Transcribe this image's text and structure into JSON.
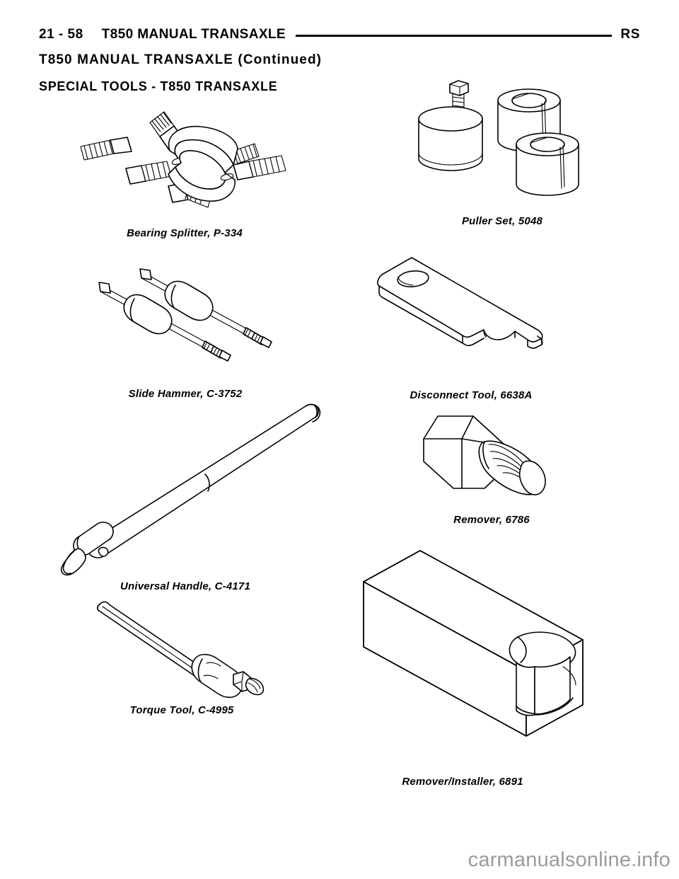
{
  "header": {
    "page_number": "21 - 58",
    "section_title": "T850 MANUAL TRANSAXLE",
    "manual_code": "RS"
  },
  "continued_title": "T850 MANUAL TRANSAXLE (Continued)",
  "section_heading": "SPECIAL TOOLS - T850 TRANSAXLE",
  "tools": [
    {
      "id": "bearing-splitter",
      "caption": "Bearing Splitter, P-334"
    },
    {
      "id": "puller-set",
      "caption": "Puller Set, 5048"
    },
    {
      "id": "slide-hammer",
      "caption": "Slide Hammer, C-3752"
    },
    {
      "id": "disconnect-tool",
      "caption": "Disconnect Tool, 6638A"
    },
    {
      "id": "universal-handle",
      "caption": "Universal Handle, C-4171"
    },
    {
      "id": "remover-6786",
      "caption": "Remover, 6786"
    },
    {
      "id": "torque-tool",
      "caption": "Torque Tool, C-4995"
    },
    {
      "id": "remover-installer",
      "caption": "Remover/Installer, 6891"
    }
  ],
  "watermark": "carmanualsonline.info",
  "colors": {
    "ink": "#000000",
    "paper": "#ffffff",
    "watermark": "#9b9b9b"
  }
}
